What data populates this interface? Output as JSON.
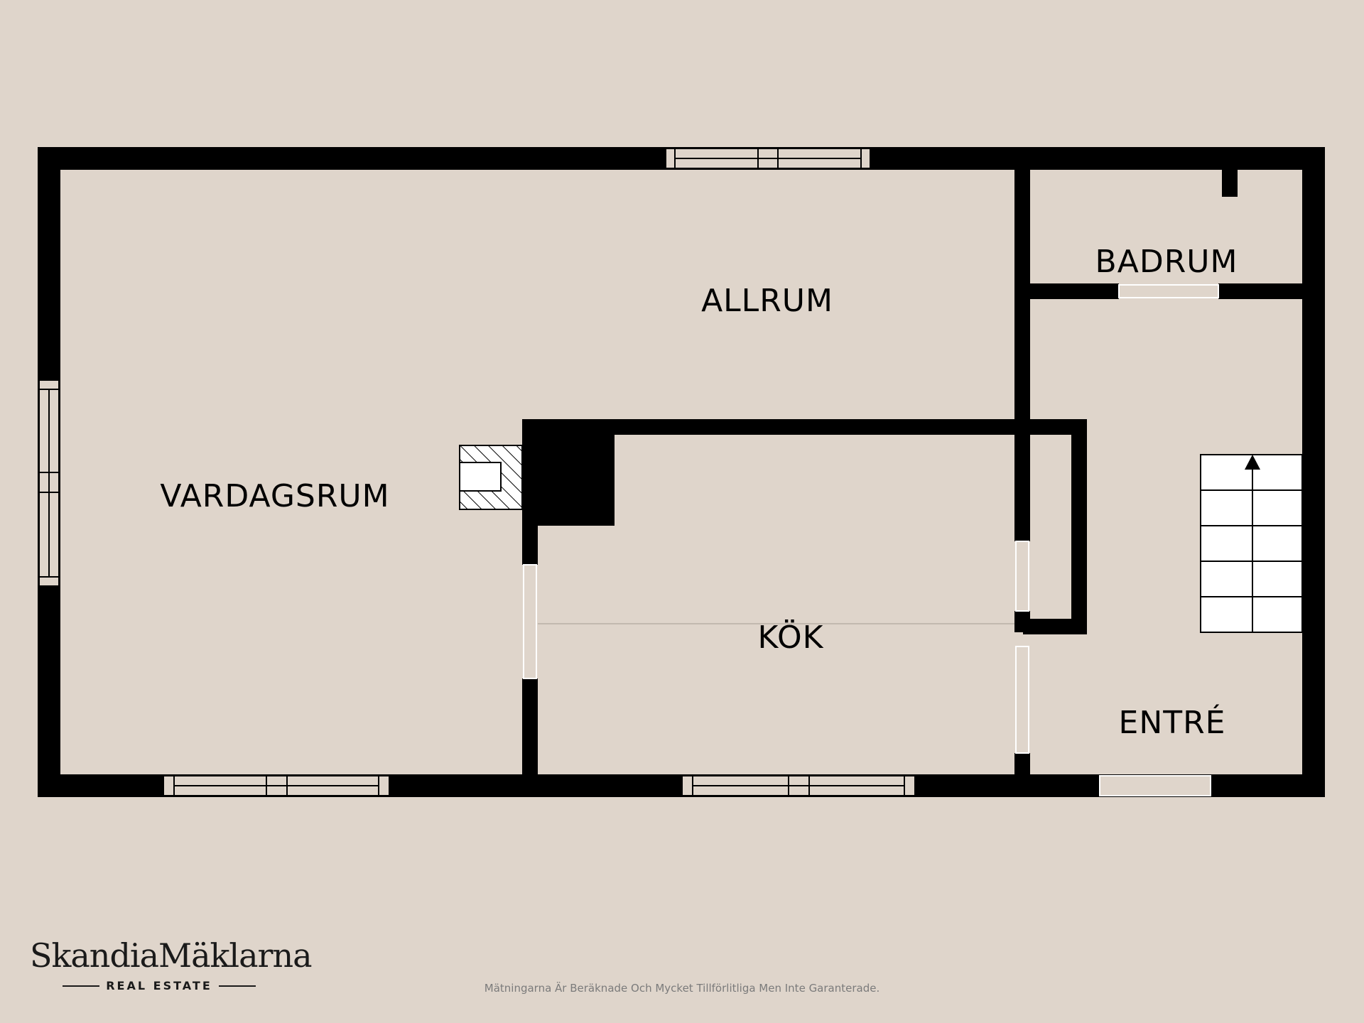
{
  "plan": {
    "colors": {
      "background": "#dfd5cb",
      "wall": "#000000",
      "fixture": "#ffffff"
    },
    "rooms": [
      {
        "id": "allrum",
        "label": "ALLRUM"
      },
      {
        "id": "vardagsrum",
        "label": "VARDAGSRUM"
      },
      {
        "id": "kok",
        "label": "KÖK"
      },
      {
        "id": "badrum",
        "label": "BADRUM"
      },
      {
        "id": "entre",
        "label": "ENTRÉ"
      }
    ],
    "icons": [
      "fireplace-icon",
      "staircase-icon",
      "stair-direction-arrow-icon"
    ]
  },
  "brand": {
    "name": "SkandiaMäklarna",
    "tagline": "REAL ESTATE"
  },
  "footer": {
    "disclaimer": "Mätningarna Är Beräknade Och Mycket Tillförlitliga Men Inte Garanterade."
  }
}
